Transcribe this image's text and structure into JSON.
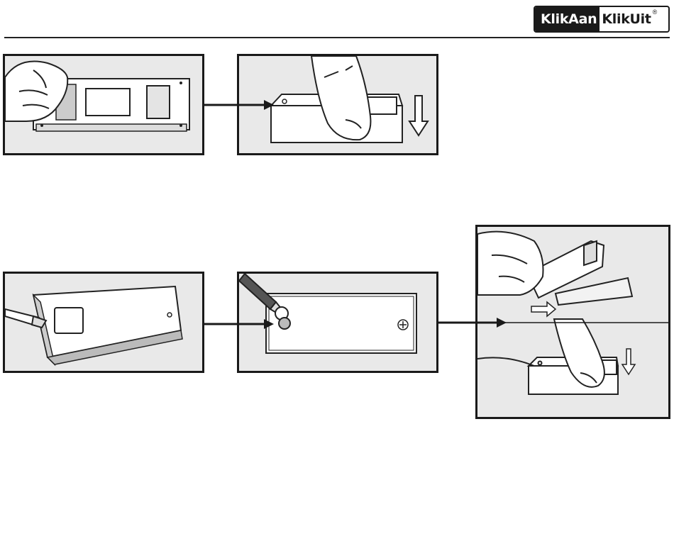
{
  "logo": {
    "part1": "KlikAan",
    "part2": "KlikUit",
    "registered": "®"
  },
  "steps": [
    {
      "id": "remove-backing",
      "depicts": "hand-peeling-adhesive"
    },
    {
      "id": "press-sensor",
      "depicts": "thumb-pressing-sensor-down"
    },
    {
      "id": "open-housing",
      "depicts": "screwdriver-prying-case"
    },
    {
      "id": "screw-base",
      "depicts": "screwdriver-fixing-base-plate"
    },
    {
      "id": "slide-and-press",
      "depicts": "slide-cover-and-press-down"
    }
  ],
  "icons": [
    "arrow-right-icon",
    "arrow-down-icon",
    "screwdriver-icon",
    "screw-icon",
    "hand-icon"
  ]
}
